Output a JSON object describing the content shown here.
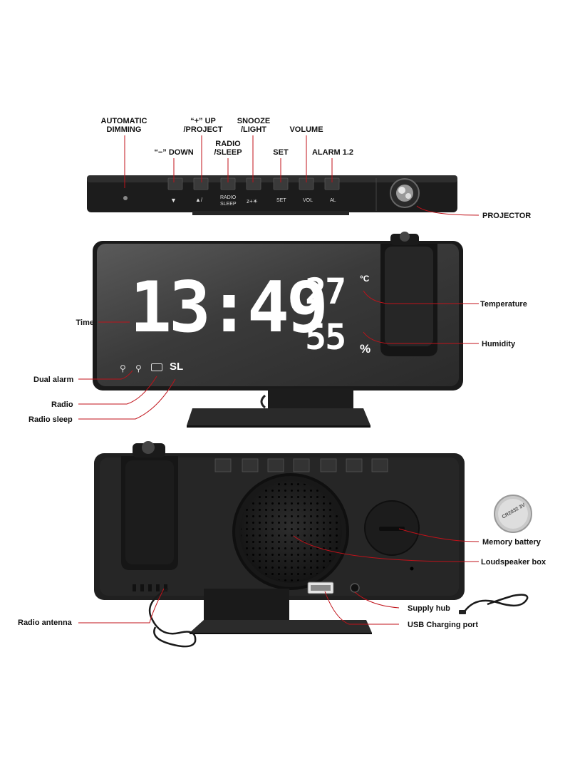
{
  "top_labels": {
    "automatic_dimming": "AUTOMATIC DIMMING",
    "down": "“−” DOWN",
    "up_project": "“+” UP /PROJECT",
    "radio_sleep": "RADIO /SLEEP",
    "snooze_light": "SNOOZE /LIGHT",
    "set": "SET",
    "volume": "VOLUME",
    "alarm": "ALARM 1.2",
    "projector": "PROJECTOR"
  },
  "button_glyphs": {
    "down": "▼",
    "up": "▲/",
    "radio": "RADIO",
    "sleep": "SLEEP",
    "snooze": "z+☀",
    "set": "SET",
    "vol": "VOL",
    "al": "AL"
  },
  "display": {
    "time": "13:49",
    "temperature": "27",
    "temp_unit": "°C",
    "humidity": "55",
    "humidity_unit": "%",
    "sleep_indicator": "SL"
  },
  "front_labels": {
    "time": "Time",
    "dual_alarm": "Dual alarm",
    "radio": "Radio",
    "radio_sleep": "Radio sleep",
    "temperature": "Temperature",
    "humidity": "Humidity"
  },
  "back_labels": {
    "memory_battery": "Memory battery",
    "loudspeaker_box": "Loudspeaker box",
    "supply_hub": "Supply hub",
    "usb_port": "USB Charging port",
    "radio_antenna": "Radio antenna"
  },
  "battery_text": "CR2032 3V",
  "colors": {
    "callout": "#c0121a",
    "body": "#1b1b1b",
    "screen": "#3a3a3a",
    "digits": "#ffffff"
  }
}
